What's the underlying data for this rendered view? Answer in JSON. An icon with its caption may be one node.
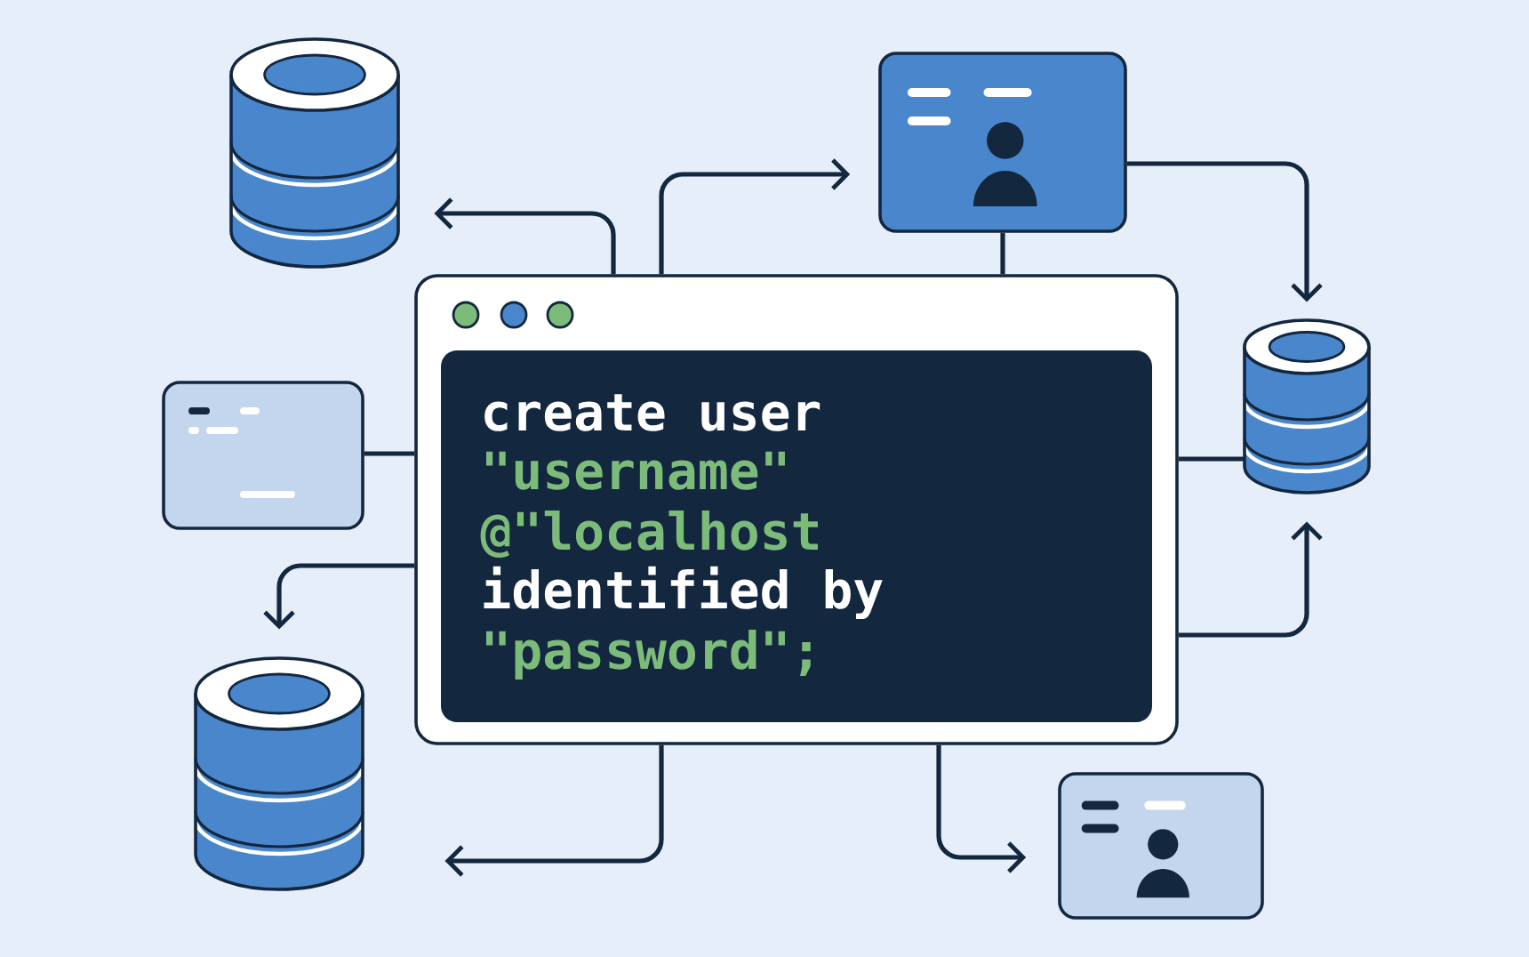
{
  "diagram": {
    "nodes": [
      {
        "text": [
          "create user",
          "\"username\"",
          "@\"localhost",
          "identified by",
          "\"password\";"
        ]
      },
      {
        "text": [],
        "shape": "cylinder"
      },
      {
        "text": [],
        "shape": "box"
      },
      {
        "text": [],
        "shape": "cylinder"
      },
      {
        "text": [],
        "shape": "box"
      },
      {
        "text": [],
        "shape": "cylinder"
      },
      {
        "text": [],
        "shape": "box"
      }
    ],
    "edges": [
      {
        "from": 0,
        "to": 1,
        "arrow": "to"
      },
      {
        "from": 0,
        "to": 2,
        "arrow": "to"
      },
      {
        "from": 2,
        "to": 3,
        "arrow": "to"
      },
      {
        "from": 0,
        "to": 2,
        "arrow": "none"
      },
      {
        "from": 0,
        "to": 3,
        "arrow": "none"
      },
      {
        "from": 0,
        "to": 3,
        "arrow": "to"
      },
      {
        "from": 0,
        "to": 4,
        "arrow": "none"
      },
      {
        "from": 0,
        "to": 5,
        "arrow": "to"
      },
      {
        "from": 0,
        "to": 5,
        "arrow": "to"
      },
      {
        "from": 0,
        "to": 6,
        "arrow": "to"
      }
    ]
  }
}
